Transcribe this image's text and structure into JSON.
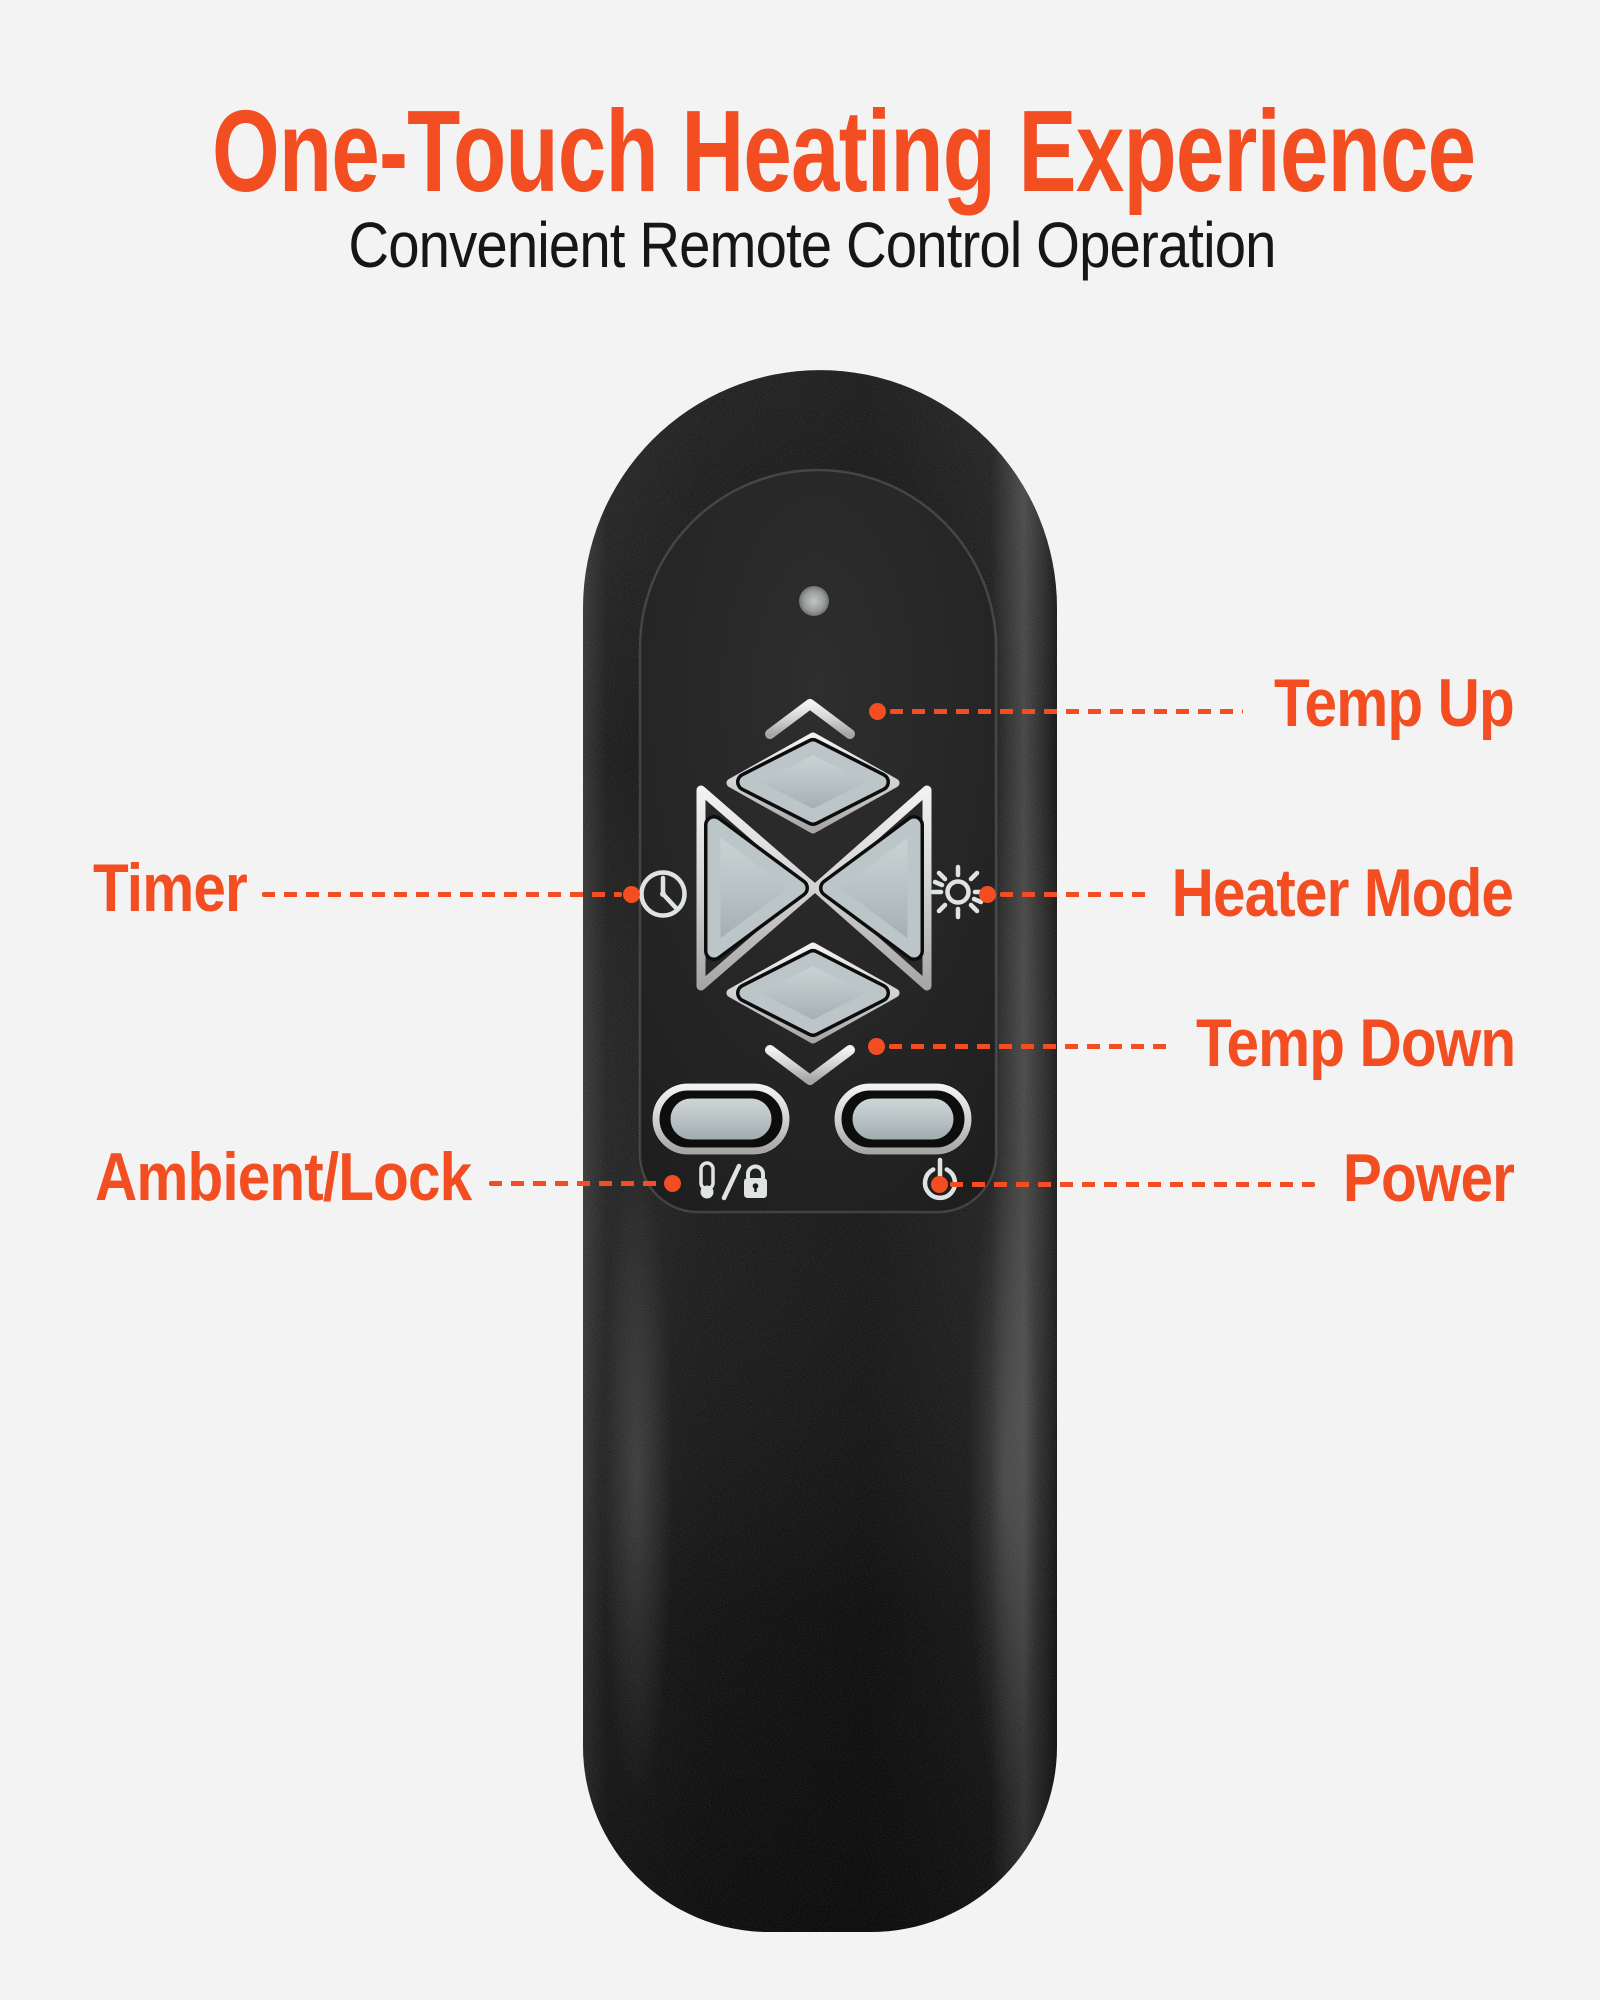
{
  "colors": {
    "accent": "#F24E22",
    "page_background": "#F3F3F3",
    "remote_body": "#161616",
    "button_fill": "#B9C3C5",
    "silver_trim": "#D2D2D2"
  },
  "header": {
    "title": "One-Touch Heating Experience",
    "subtitle": "Convenient Remote Control Operation"
  },
  "callouts": {
    "temp_up": {
      "label": "Temp Up",
      "side": "right"
    },
    "timer": {
      "label": "Timer",
      "side": "left"
    },
    "heater_mode": {
      "label": "Heater Mode",
      "side": "right"
    },
    "temp_down": {
      "label": "Temp Down",
      "side": "right"
    },
    "ambient_lock": {
      "label": "Ambient/Lock",
      "side": "left"
    },
    "power": {
      "label": "Power",
      "side": "right"
    }
  },
  "remote": {
    "indicator": "led-indicator",
    "icons": [
      "timer-clock-icon",
      "heater-mode-sun-icon",
      "thermometer-lock-icon",
      "power-icon"
    ]
  }
}
